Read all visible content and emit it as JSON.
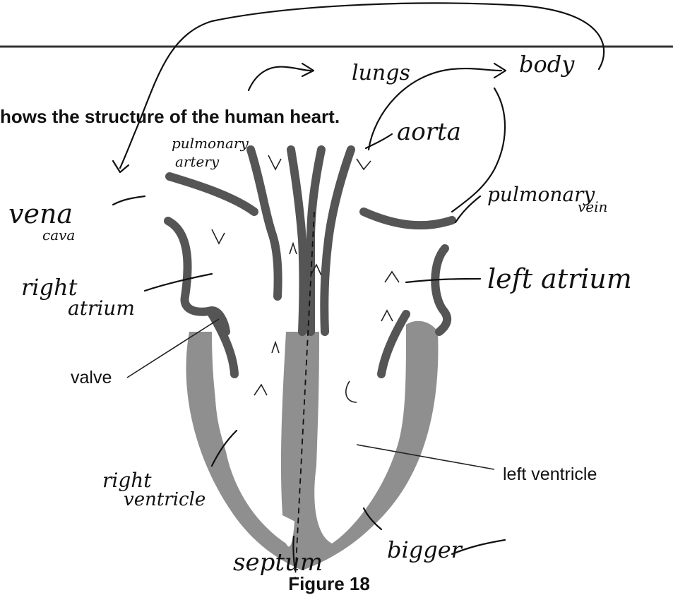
{
  "caption": {
    "text": "hows the structure of the human heart.",
    "figure_label": "Figure 18"
  },
  "printed_labels": {
    "valve": "valve",
    "left_ventricle": "left ventricle"
  },
  "handwritten_labels": {
    "lungs": "lungs",
    "body": "body",
    "aorta": "aorta",
    "pulmonary_artery_line1": "pulmonary",
    "pulmonary_artery_line2": "artery",
    "pulmonary_vein_line1": "pulmonary",
    "pulmonary_vein_line2": "vein",
    "vena_cava_line1": "vena",
    "vena_cava_line2": "cava",
    "right_atrium_line1": "right",
    "right_atrium_line2": "atrium",
    "left_atrium": "left atrium",
    "right_ventricle_line1": "right",
    "right_ventricle_line2": "ventricle",
    "septum": "septum",
    "bigger": "bigger"
  }
}
